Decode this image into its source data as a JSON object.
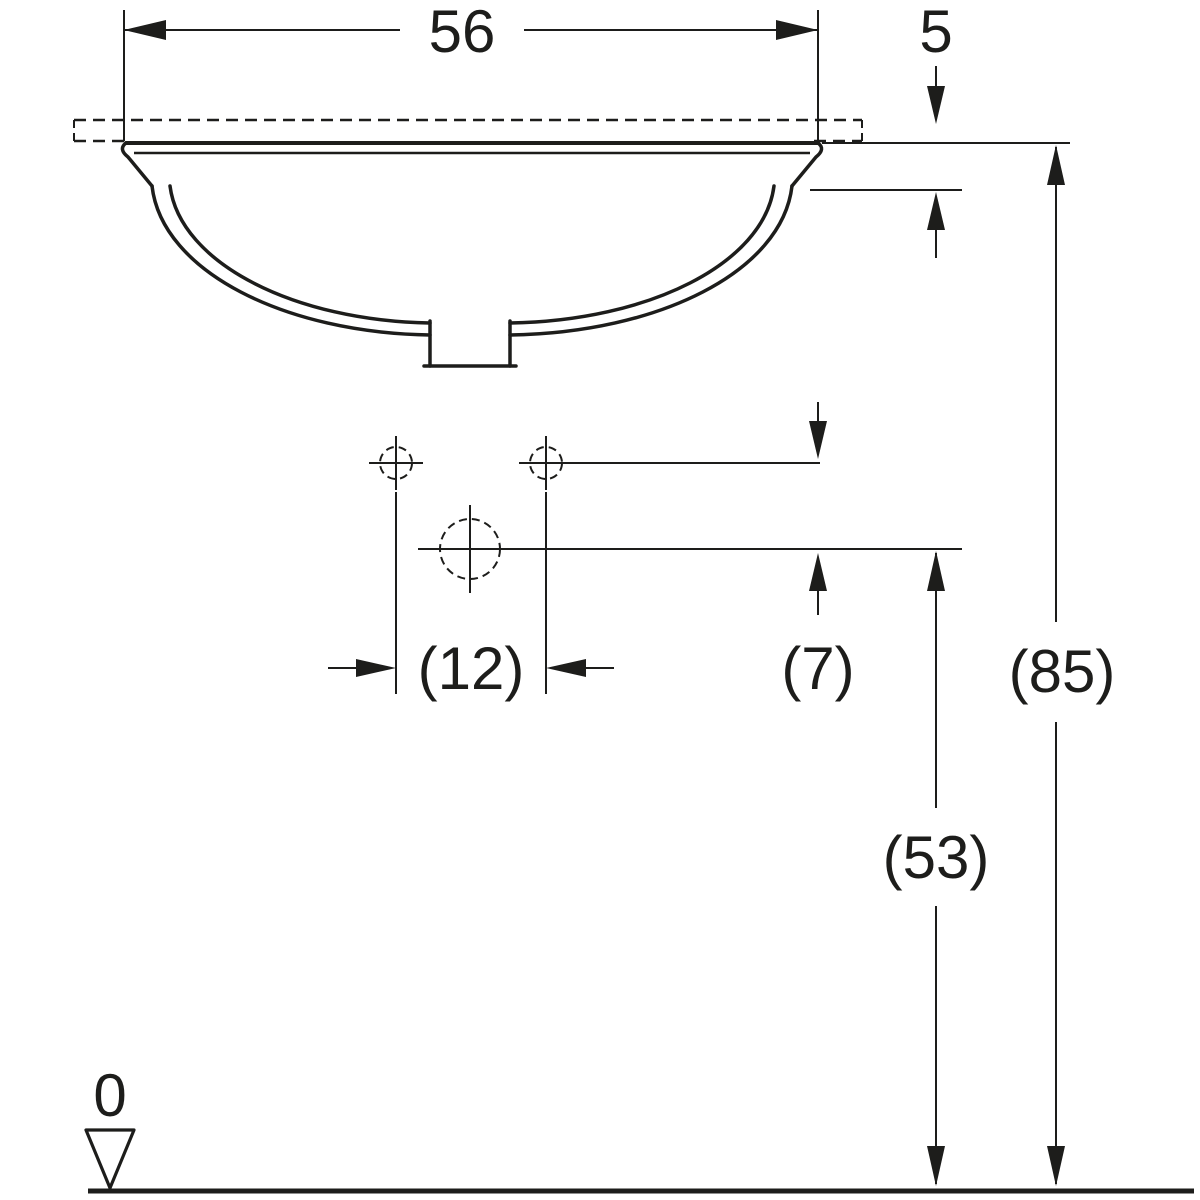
{
  "drawing": {
    "kind": "technical-dimension-drawing",
    "subject": "undercounter-washbasin-front-elevation",
    "colors": {
      "line": "#1d1d1b",
      "background": "#ffffff"
    },
    "labels": {
      "basin_width": "56",
      "counter_to_rim": "5",
      "tap_hole_spacing": "(12)",
      "tap_to_center_offset": "(7)",
      "center_hole_height": "(53)",
      "rim_height": "(85)",
      "floor_datum": "0"
    }
  }
}
